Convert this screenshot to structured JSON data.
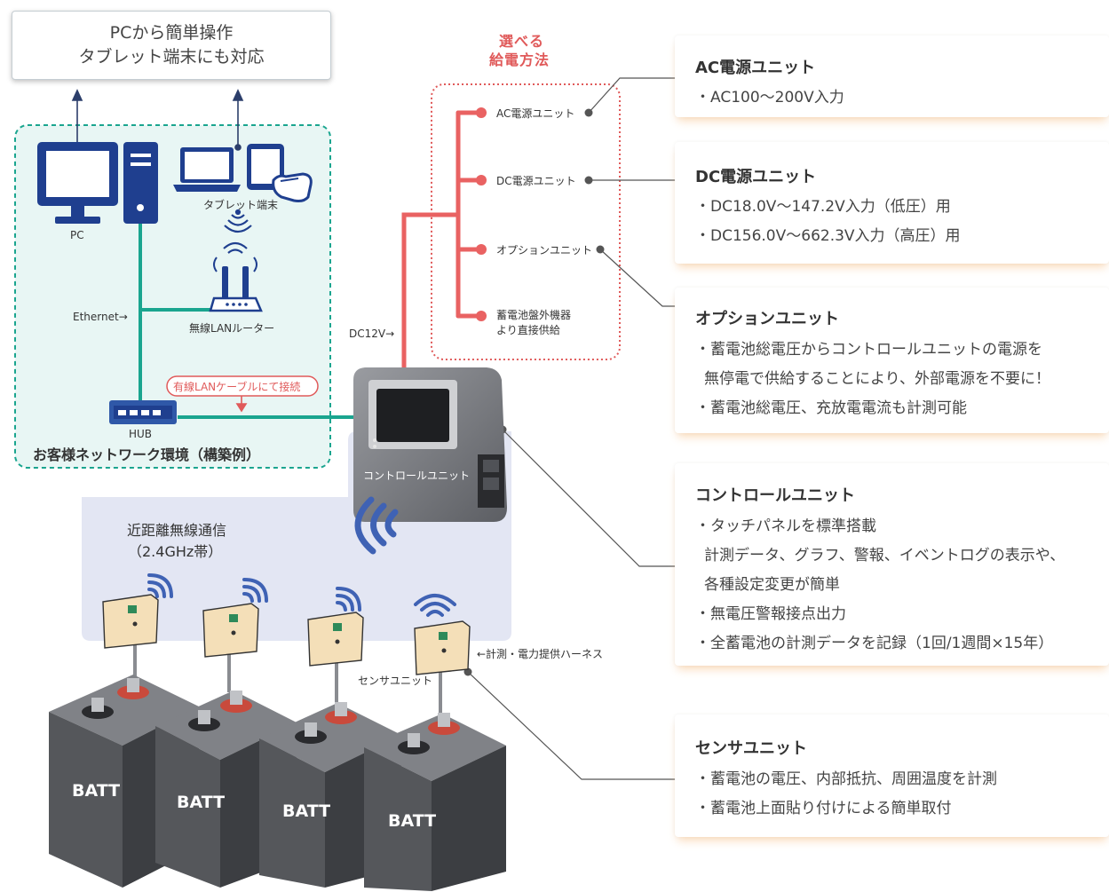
{
  "top_box": {
    "line1": "PCから簡単操作",
    "line2": "タブレット端末にも対応"
  },
  "power_options": {
    "heading_line1": "選べる",
    "heading_line2": "給電方法",
    "items": [
      "AC電源ユニット",
      "DC電源ユニット",
      "オプションユニット",
      "蓄電池盤外機器",
      "より直接供給"
    ]
  },
  "network": {
    "pc_label": "PC",
    "tablet_label": "タブレット端末",
    "router_label": "無線LANルーター",
    "ethernet_label": "Ethernet→",
    "wired_note": "有線LANケーブルにて接続",
    "hub_label": "HUB",
    "env_title": "お客様ネットワーク環境（構築例）"
  },
  "dc12v_label": "DC12V→",
  "control_unit_label": "コントロールユニット",
  "wireless": {
    "line1": "近距離無線通信",
    "line2": "（2.4GHz帯）"
  },
  "sensor_unit_label": "センサユニット",
  "harness_label": "←計測・電力提供ハーネス",
  "battery_label": "BATT",
  "cards": {
    "ac": {
      "title": "AC電源ユニット",
      "lines": [
        "・AC100〜200V入力"
      ]
    },
    "dc": {
      "title": "DC電源ユニット",
      "lines": [
        "・DC18.0V〜147.2V入力（低圧）用",
        "・DC156.0V〜662.3V入力（高圧）用"
      ]
    },
    "option": {
      "title": "オプションユニット",
      "lines": [
        "・蓄電池総電圧からコントロールユニットの電源を",
        "無停電で供給することにより、外部電源を不要に！",
        "・蓄電池総電圧、充放電電流も計測可能"
      ]
    },
    "control": {
      "title": "コントロールユニット",
      "lines": [
        "・タッチパネルを標準搭載",
        "計測データ、グラフ、警報、イベントログの表示や、",
        "各種設定変更が簡単",
        "・無電圧警報接点出力",
        "・全蓄電池の計測データを記録（1回/1週間×15年）"
      ]
    },
    "sensor": {
      "title": "センサユニット",
      "lines": [
        "・蓄電池の電圧、内部抵抗、周囲温度を計測",
        "・蓄電池上面貼り付けによる簡単取付"
      ]
    }
  },
  "colors": {
    "teal": "#1aa58f",
    "navy": "#1f3f8f",
    "red": "#e05a5a",
    "wifi_blue": "#3f62b4",
    "panel_lavender": "#e3e6f3",
    "network_bg": "#e8f6f4",
    "battery": "#55575b"
  }
}
